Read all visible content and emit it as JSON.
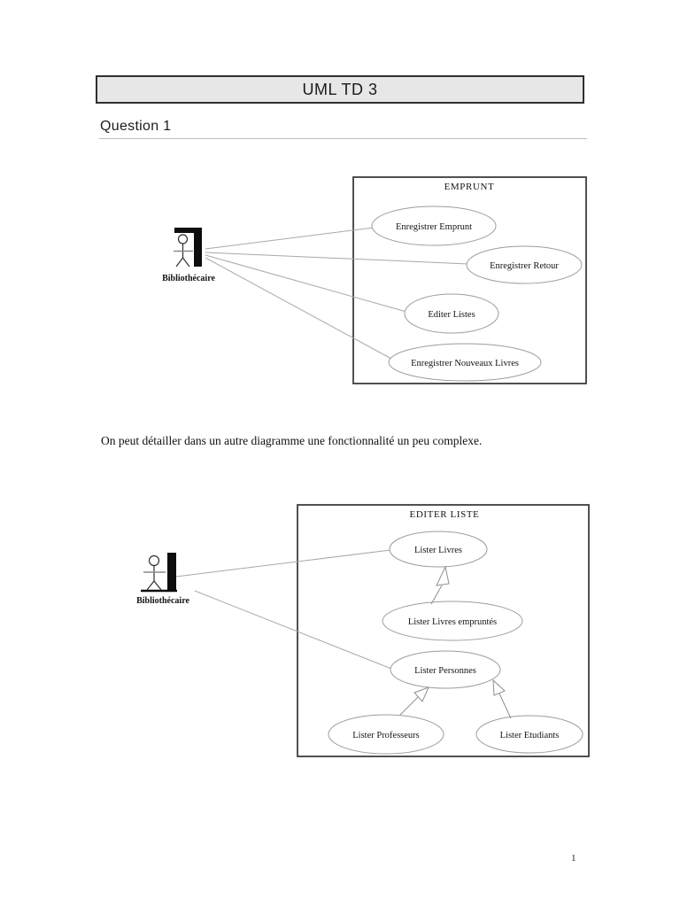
{
  "header": {
    "title": "UML TD 3"
  },
  "section": {
    "heading": "Question 1"
  },
  "body_text": {
    "paragraph": "On peut détailler dans un autre diagramme une fonctionnalité un peu complexe."
  },
  "footer": {
    "page_number": "1"
  },
  "colors": {
    "title_box_fill": "#e7e7e7",
    "title_box_border": "#2f2f2f",
    "system_box_border": "#3d3d3d",
    "ellipse_stroke": "#9d9d9d",
    "association_line": "#a8a8a8"
  },
  "diagram1": {
    "system_label": "EMPRUNT",
    "actor_label": "Bibliothécaire",
    "use_cases": [
      "Enregistrer Emprunt",
      "Enregistrer Retour",
      "Editer Listes",
      "Enregistrer Nouveaux Livres"
    ]
  },
  "diagram2": {
    "system_label": "EDITER LISTE",
    "actor_label": "Bibliothécaire",
    "use_cases": [
      "Lister Livres",
      "Lister Livres empruntés",
      "Lister Personnes",
      "Lister Professeurs",
      "Lister Etudiants"
    ]
  }
}
